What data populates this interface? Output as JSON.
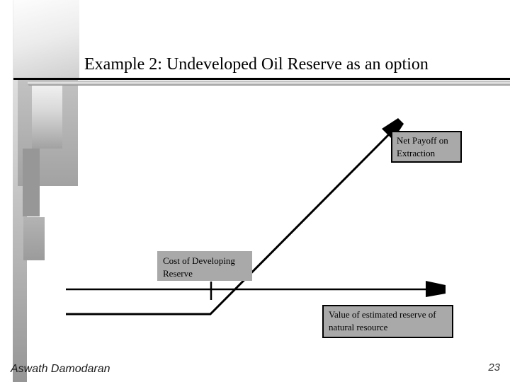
{
  "slide": {
    "title": "Example 2: Undeveloped Oil Reserve as an option",
    "footer_author": "Aswath Damodaran",
    "page_number": "23"
  },
  "diagram": {
    "net_payoff_label": "Net Payoff on Extraction",
    "cost_label": "Cost of Developing Reserve",
    "value_label": "Value of estimated reserve of natural resource",
    "colors": {
      "label_box_fill": "#a9a9a9",
      "line_color": "#000000"
    }
  }
}
